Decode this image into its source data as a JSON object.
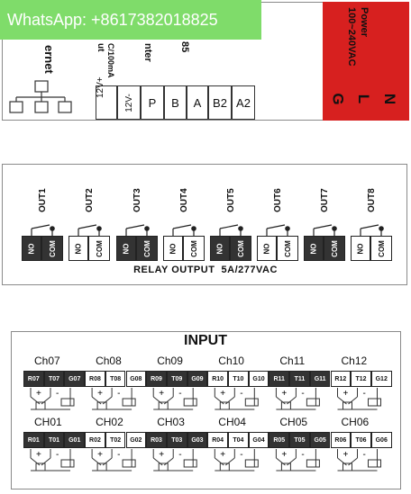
{
  "watermark": "WhatsApp: +8617382018825",
  "top": {
    "ethernet_label": "ernet",
    "c100_label": "C/100mA",
    "ut_label": "ut",
    "nter_label": "nter",
    "r485_label": "85",
    "terminals": [
      "12V+",
      "12V-",
      "P",
      "B",
      "A",
      "B2",
      "A2"
    ],
    "power_title": "Power",
    "power_range": "100~240VAC",
    "power_terminals": [
      "G",
      "L",
      "N"
    ]
  },
  "relay": {
    "outputs": [
      "OUT1",
      "OUT2",
      "OUT3",
      "OUT4",
      "OUT5",
      "OUT6",
      "OUT7",
      "OUT8"
    ],
    "no_label": "NO",
    "com_label": "COM",
    "caption": "RELAY OUTPUT  5A/277VAC"
  },
  "input": {
    "title": "INPUT",
    "top_channels": [
      "Ch07",
      "Ch08",
      "Ch09",
      "Ch10",
      "Ch11",
      "Ch12"
    ],
    "top_terminals": [
      "R07",
      "T07",
      "G07",
      "R08",
      "T08",
      "G08",
      "R09",
      "T09",
      "G09",
      "R10",
      "T10",
      "G10",
      "R11",
      "T11",
      "G11",
      "R12",
      "T12",
      "G12"
    ],
    "bottom_channels": [
      "CH01",
      "CH02",
      "CH03",
      "CH04",
      "CH05",
      "CH06"
    ],
    "bottom_terminals": [
      "R01",
      "T01",
      "G01",
      "R02",
      "T02",
      "G02",
      "R03",
      "T03",
      "G03",
      "R04",
      "T04",
      "G04",
      "R05",
      "T05",
      "G05",
      "R06",
      "T06",
      "G06"
    ],
    "plus": "+",
    "minus": "-"
  }
}
